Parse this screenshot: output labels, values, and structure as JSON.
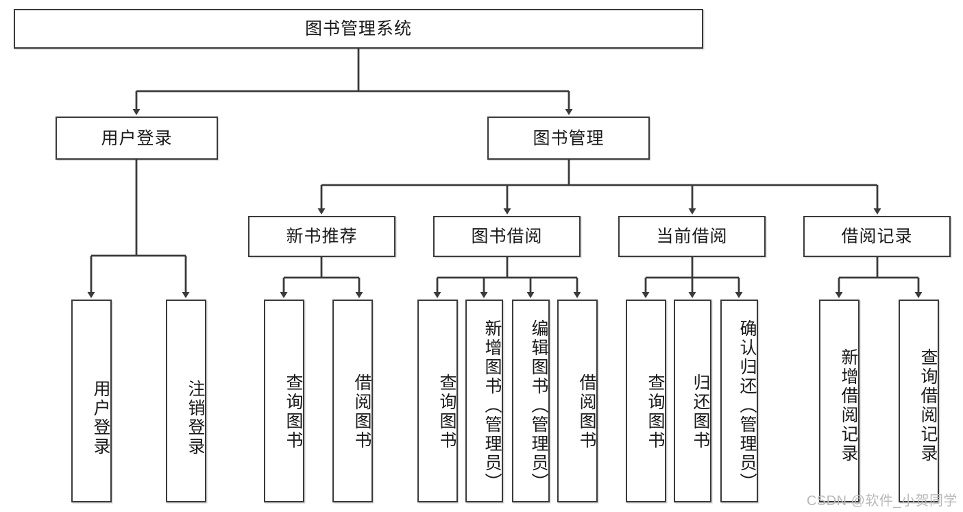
{
  "diagram": {
    "title_node": {
      "label": "图书管理系统"
    },
    "level1": [
      {
        "id": "user-login",
        "label": "用户登录"
      },
      {
        "id": "book-management",
        "label": "图书管理"
      }
    ],
    "level2": [
      {
        "id": "new-book-recommend",
        "label": "新书推荐"
      },
      {
        "id": "book-borrow",
        "label": "图书借阅"
      },
      {
        "id": "current-borrow",
        "label": "当前借阅"
      },
      {
        "id": "borrow-record",
        "label": "借阅记录"
      }
    ],
    "leaves": {
      "user_login": [
        {
          "id": "leaf-user-login",
          "label": "用户登录"
        },
        {
          "id": "leaf-logout-login",
          "label": "注销登录"
        }
      ],
      "new_book_recommend": [
        {
          "id": "leaf-query-book-1",
          "label": "查询图书"
        },
        {
          "id": "leaf-borrow-book-1",
          "label": "借阅图书"
        }
      ],
      "book_borrow": [
        {
          "id": "leaf-query-book-2",
          "label": "查询图书"
        },
        {
          "id": "leaf-add-book",
          "label": "新增图书（管理员）"
        },
        {
          "id": "leaf-edit-book",
          "label": "编辑图书（管理员）"
        },
        {
          "id": "leaf-borrow-book-2",
          "label": "借阅图书"
        }
      ],
      "current_borrow": [
        {
          "id": "leaf-query-book-3",
          "label": "查询图书"
        },
        {
          "id": "leaf-return-book",
          "label": "归还图书"
        },
        {
          "id": "leaf-confirm-return",
          "label": "确认归还（管理员）"
        }
      ],
      "borrow_record": [
        {
          "id": "leaf-add-borrow-record",
          "label": "新增借阅记录"
        },
        {
          "id": "leaf-query-borrow-record",
          "label": "查询借阅记录"
        }
      ]
    }
  },
  "watermark": {
    "text": "CSDN @软件_小贺同学"
  },
  "colors": {
    "border": "#3a3a3a",
    "text": "#1a1a1a",
    "background": "#ffffff",
    "watermark": "#b9b9b9"
  }
}
